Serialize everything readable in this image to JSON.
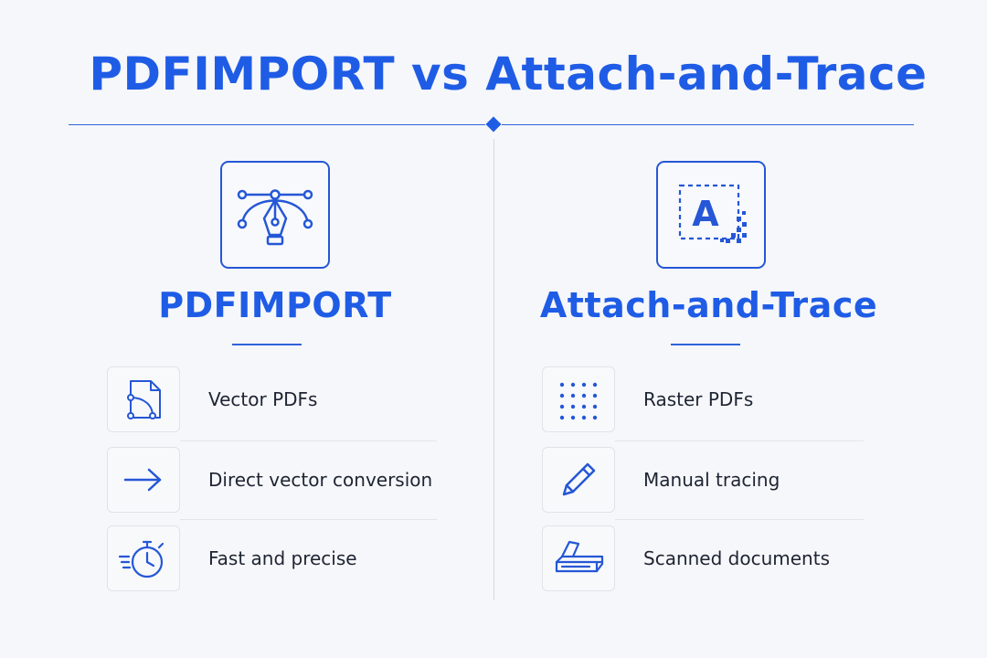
{
  "title": "PDFIMPORT vs Attach-and-Trace",
  "left": {
    "heading": "PDFIMPORT",
    "hero_icon": "bezier-pen-icon",
    "features": [
      {
        "label": "Vector PDFs",
        "icon": "vector-file-icon"
      },
      {
        "label": "Direct vector conversion",
        "icon": "arrow-right-icon"
      },
      {
        "label": "Fast and precise",
        "icon": "stopwatch-icon"
      }
    ]
  },
  "right": {
    "heading": "Attach-and-Trace",
    "hero_icon": "raster-letter-icon",
    "features": [
      {
        "label": "Raster PDFs",
        "icon": "dot-grid-icon"
      },
      {
        "label": "Manual tracing",
        "icon": "pencil-icon"
      },
      {
        "label": "Scanned documents",
        "icon": "scanner-icon"
      }
    ]
  },
  "colors": {
    "accent": "#1f5ce6",
    "text": "#1d2433",
    "background": "#f6f7fa"
  }
}
